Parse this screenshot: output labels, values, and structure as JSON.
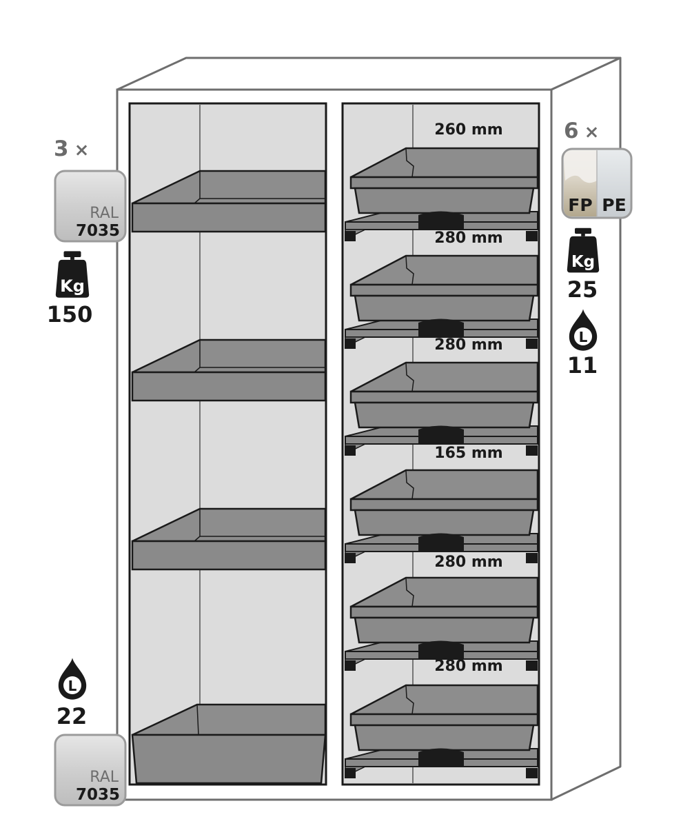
{
  "left_column": {
    "shelf_count": "3",
    "multiply": "×",
    "shelf_color_top": "RAL",
    "shelf_color_code": "7035",
    "load_unit": "Kg",
    "load_value": "150",
    "sump_volume_unit": "L",
    "sump_volume_value": "22",
    "sump_color_top": "RAL",
    "sump_color_code": "7035"
  },
  "right_column": {
    "tray_count": "6",
    "multiply": "×",
    "material_a": "FP",
    "material_b": "PE",
    "load_unit": "Kg",
    "load_value": "25",
    "volume_unit": "L",
    "volume_value": "11",
    "tray_heights": [
      "260 mm",
      "280 mm",
      "280 mm",
      "165 mm",
      "280 mm",
      "280 mm"
    ]
  },
  "colors": {
    "outline": "#1a1a1a",
    "cabinet_outline": "#6e6e6e",
    "interior": "#dcdcdc",
    "shelf": "#8a8a8a",
    "tray": "#8c8c8c",
    "handle": "#1b1b1b",
    "badge": "#c9c9c9"
  }
}
